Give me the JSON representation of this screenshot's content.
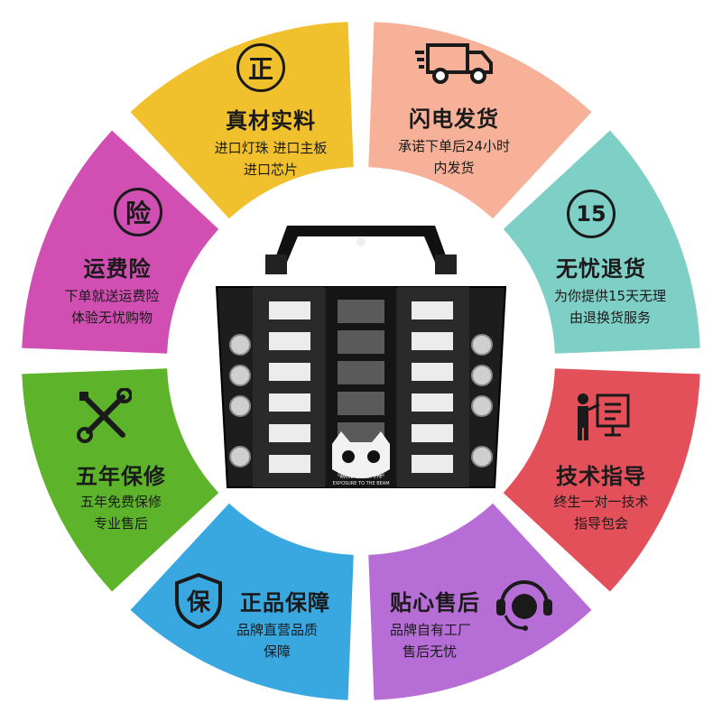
{
  "colors": {
    "quality": "#f0c12d",
    "shipping": "#f7b199",
    "returns": "#7ecfc6",
    "guidance": "#e4505a",
    "after_sales": "#b66ed6",
    "genuine": "#3aa8e0",
    "warranty": "#5db42a",
    "insurance": "#d14fb2"
  },
  "segments": {
    "quality": {
      "icon": "zheng-seal-icon",
      "icon_glyph": "正",
      "title": "真材实料",
      "lines": [
        "进口灯珠 进口主板",
        "进口芯片"
      ]
    },
    "shipping": {
      "icon": "delivery-truck-icon",
      "title": "闪电发货",
      "lines": [
        "承诺下单后24小时",
        "内发货"
      ]
    },
    "returns": {
      "icon": "fifteen-days-icon",
      "icon_glyph": "15",
      "title": "无忧退货",
      "lines": [
        "为你提供15天无理",
        "由退换货服务"
      ]
    },
    "guidance": {
      "icon": "presenter-board-icon",
      "title": "技术指导",
      "lines": [
        "终生一对一技术",
        "指导包会"
      ]
    },
    "after_sales": {
      "icon": "headset-support-icon",
      "title": "贴心售后",
      "lines": [
        "品牌自有工厂",
        "售后无忧"
      ]
    },
    "genuine": {
      "icon": "bao-shield-icon",
      "icon_glyph": "保",
      "title": "正品保障",
      "lines": [
        "品牌直营品质",
        "保障"
      ]
    },
    "warranty": {
      "icon": "wrench-screwdriver-icon",
      "title": "五年保修",
      "lines": [
        "五年免费保修",
        "专业售后"
      ]
    },
    "insurance": {
      "icon": "xian-seal-icon",
      "icon_glyph": "险",
      "title": "运费险",
      "lines": [
        "下单就送运费险",
        "体验无忧购物"
      ]
    }
  },
  "product": {
    "icon": "stage-light-fixture-icon",
    "caption_line1": "AVOID DIRECT EYE",
    "caption_line2": "EXPOSURE TO THE BEAM"
  }
}
